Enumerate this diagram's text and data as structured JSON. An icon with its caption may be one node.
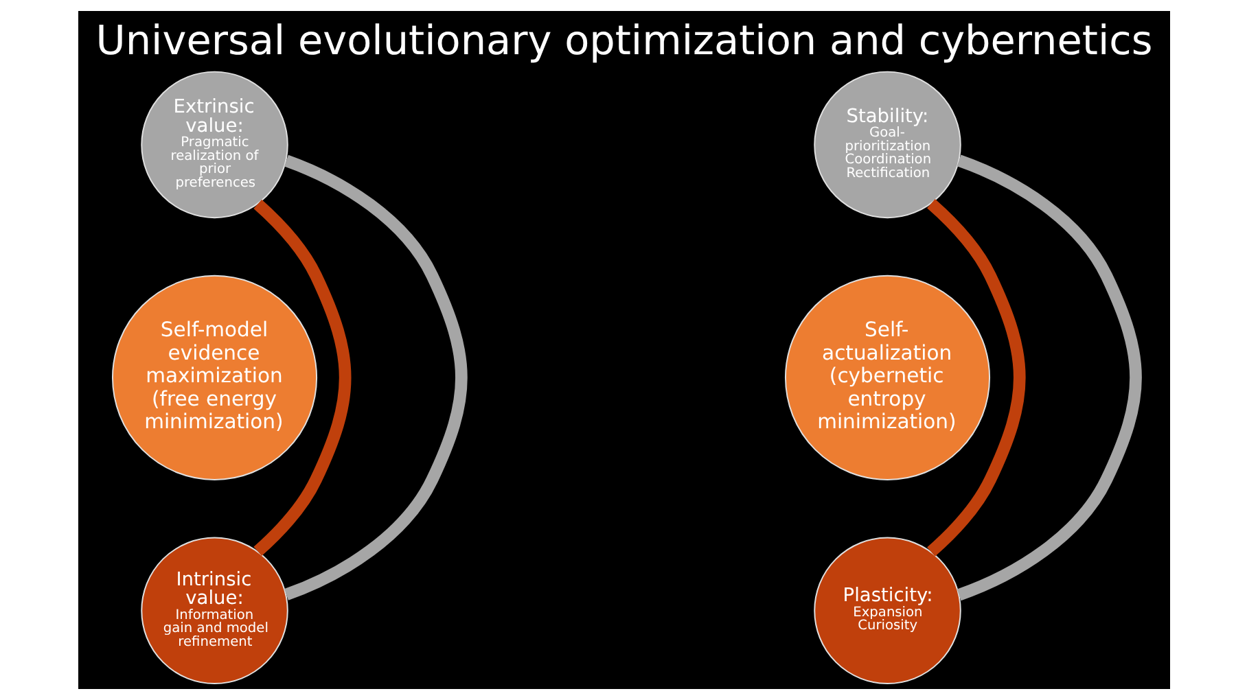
{
  "diagram": {
    "title": "Universal evolutionary optimization and cybernetics",
    "nodes": [
      {
        "text": [
          "Extrinsic value:",
          "Pragmatic realization of prior preferences"
        ]
      },
      {
        "text": [
          "Stability:",
          "Goal-prioritization Coordination Rectification"
        ]
      },
      {
        "text": [
          "Self-model evidence maximization (free energy minimization)"
        ]
      },
      {
        "text": [
          "Self-actualization (cybernetic entropy minimization)"
        ]
      },
      {
        "text": [
          "Intrinsic value:",
          "Information gain and model refinement"
        ]
      },
      {
        "text": [
          "Plasticity:",
          "Expansion Curiosity"
        ]
      }
    ],
    "edges": [
      {
        "from": 0,
        "to": 4,
        "arrow": "none",
        "color": "#c0400c"
      },
      {
        "from": 0,
        "to": 4,
        "arrow": "none",
        "color": "#a6a6a6"
      },
      {
        "from": 1,
        "to": 5,
        "arrow": "none",
        "color": "#c0400c"
      },
      {
        "from": 1,
        "to": 5,
        "arrow": "none",
        "color": "#a6a6a6"
      }
    ]
  }
}
